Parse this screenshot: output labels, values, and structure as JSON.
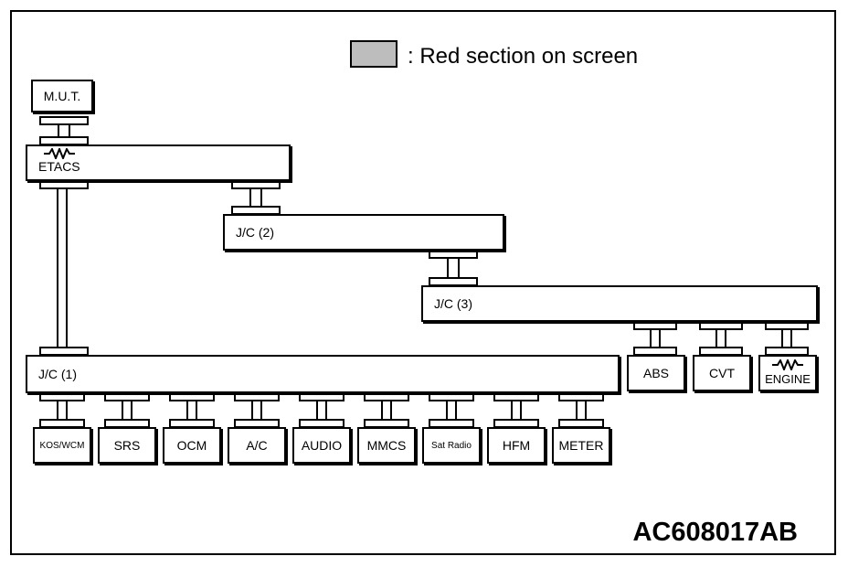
{
  "legend": {
    "text": ": Red section on screen",
    "swatch_color": "#bdbdbd"
  },
  "nodes": {
    "mut": "M.U.T.",
    "etacs": "ETACS",
    "jc2": "J/C (2)",
    "jc3": "J/C (3)",
    "jc1": "J/C (1)",
    "kos": "KOS/WCM",
    "srs": "SRS",
    "ocm": "OCM",
    "ac": "A/C",
    "audio": "AUDIO",
    "mmcs": "MMCS",
    "satradio": "Sat Radio",
    "hfm": "HFM",
    "meter": "METER",
    "abs": "ABS",
    "cvt": "CVT",
    "engine": "ENGINE"
  },
  "reference": "AC608017AB",
  "icons": {
    "resistor": "resistor-icon"
  }
}
